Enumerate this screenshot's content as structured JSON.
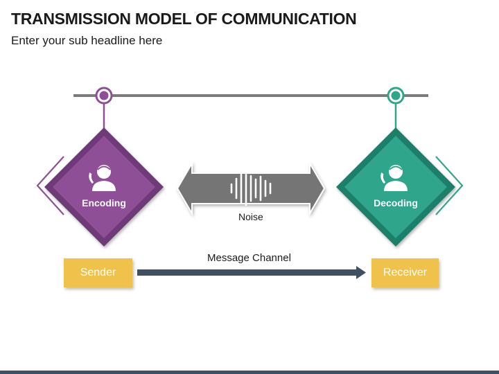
{
  "title": "TRANSMISSION MODEL OF COMMUNICATION",
  "subtitle": "Enter your sub headline here",
  "nodes": {
    "encoding": {
      "label": "Encoding",
      "icon": "person-phone-icon",
      "color": "#8e4f96",
      "border": "#6e3a78"
    },
    "decoding": {
      "label": "Decoding",
      "icon": "person-phone-icon",
      "color": "#2fa58b",
      "border": "#1f7f6a"
    }
  },
  "noise": {
    "label": "Noise",
    "icon": "sound-wave-icon",
    "color": "#757575"
  },
  "sender": {
    "label": "Sender",
    "color": "#f0c14b"
  },
  "receiver": {
    "label": "Receiver",
    "color": "#f0c14b"
  },
  "channel": {
    "label": "Message Channel",
    "color": "#3f5060"
  },
  "rail": {
    "color": "#7a7a7a"
  }
}
